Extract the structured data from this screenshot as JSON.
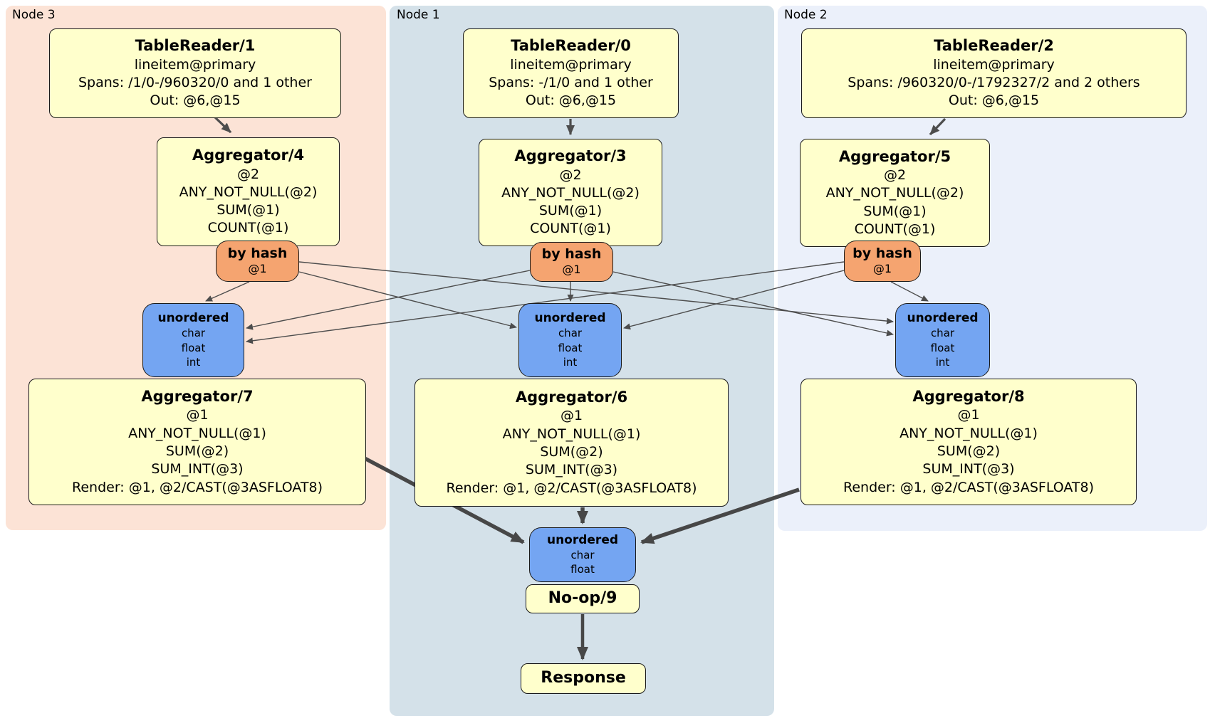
{
  "nodes": [
    {
      "label": "Node 3",
      "table_reader": {
        "title": "TableReader/1",
        "lines": [
          "lineitem@primary",
          "Spans: /1/0-/960320/0 and 1 other",
          "Out: @6,@15"
        ]
      },
      "agg_top": {
        "title": "Aggregator/4",
        "lines": [
          "@2",
          "ANY_NOT_NULL(@2)",
          "SUM(@1)",
          "COUNT(@1)"
        ]
      },
      "router": {
        "title": "by hash",
        "lines": [
          "@1"
        ]
      },
      "sync": {
        "title": "unordered",
        "lines": [
          "char",
          "float",
          "int"
        ]
      },
      "agg_bottom": {
        "title": "Aggregator/7",
        "lines": [
          "@1",
          "ANY_NOT_NULL(@1)",
          "SUM(@2)",
          "SUM_INT(@3)",
          "Render: @1, @2/CAST(@3ASFLOAT8)"
        ]
      }
    },
    {
      "label": "Node 1",
      "table_reader": {
        "title": "TableReader/0",
        "lines": [
          "lineitem@primary",
          "Spans: -/1/0 and 1 other",
          "Out: @6,@15"
        ]
      },
      "agg_top": {
        "title": "Aggregator/3",
        "lines": [
          "@2",
          "ANY_NOT_NULL(@2)",
          "SUM(@1)",
          "COUNT(@1)"
        ]
      },
      "router": {
        "title": "by hash",
        "lines": [
          "@1"
        ]
      },
      "sync": {
        "title": "unordered",
        "lines": [
          "char",
          "float",
          "int"
        ]
      },
      "agg_bottom": {
        "title": "Aggregator/6",
        "lines": [
          "@1",
          "ANY_NOT_NULL(@1)",
          "SUM(@2)",
          "SUM_INT(@3)",
          "Render: @1, @2/CAST(@3ASFLOAT8)"
        ]
      },
      "final_sync": {
        "title": "unordered",
        "lines": [
          "char",
          "float"
        ]
      },
      "noop": {
        "title": "No-op/9"
      },
      "response": {
        "title": "Response"
      }
    },
    {
      "label": "Node 2",
      "table_reader": {
        "title": "TableReader/2",
        "lines": [
          "lineitem@primary",
          "Spans: /960320/0-/1792327/2 and 2 others",
          "Out: @6,@15"
        ]
      },
      "agg_top": {
        "title": "Aggregator/5",
        "lines": [
          "@2",
          "ANY_NOT_NULL(@2)",
          "SUM(@1)",
          "COUNT(@1)"
        ]
      },
      "router": {
        "title": "by hash",
        "lines": [
          "@1"
        ]
      },
      "sync": {
        "title": "unordered",
        "lines": [
          "char",
          "float",
          "int"
        ]
      },
      "agg_bottom": {
        "title": "Aggregator/8",
        "lines": [
          "@1",
          "ANY_NOT_NULL(@1)",
          "SUM(@2)",
          "SUM_INT(@3)",
          "Render: @1, @2/CAST(@3ASFLOAT8)"
        ]
      }
    }
  ],
  "colors": {
    "node3_bg": "#fce3d6",
    "node1_bg": "#d4e1e9",
    "node2_bg": "#ebf0fa",
    "processor_bg": "#ffffcc",
    "router_bg": "#f5a470",
    "sync_bg": "#74a5f2",
    "edge": "#4d4d4d"
  }
}
